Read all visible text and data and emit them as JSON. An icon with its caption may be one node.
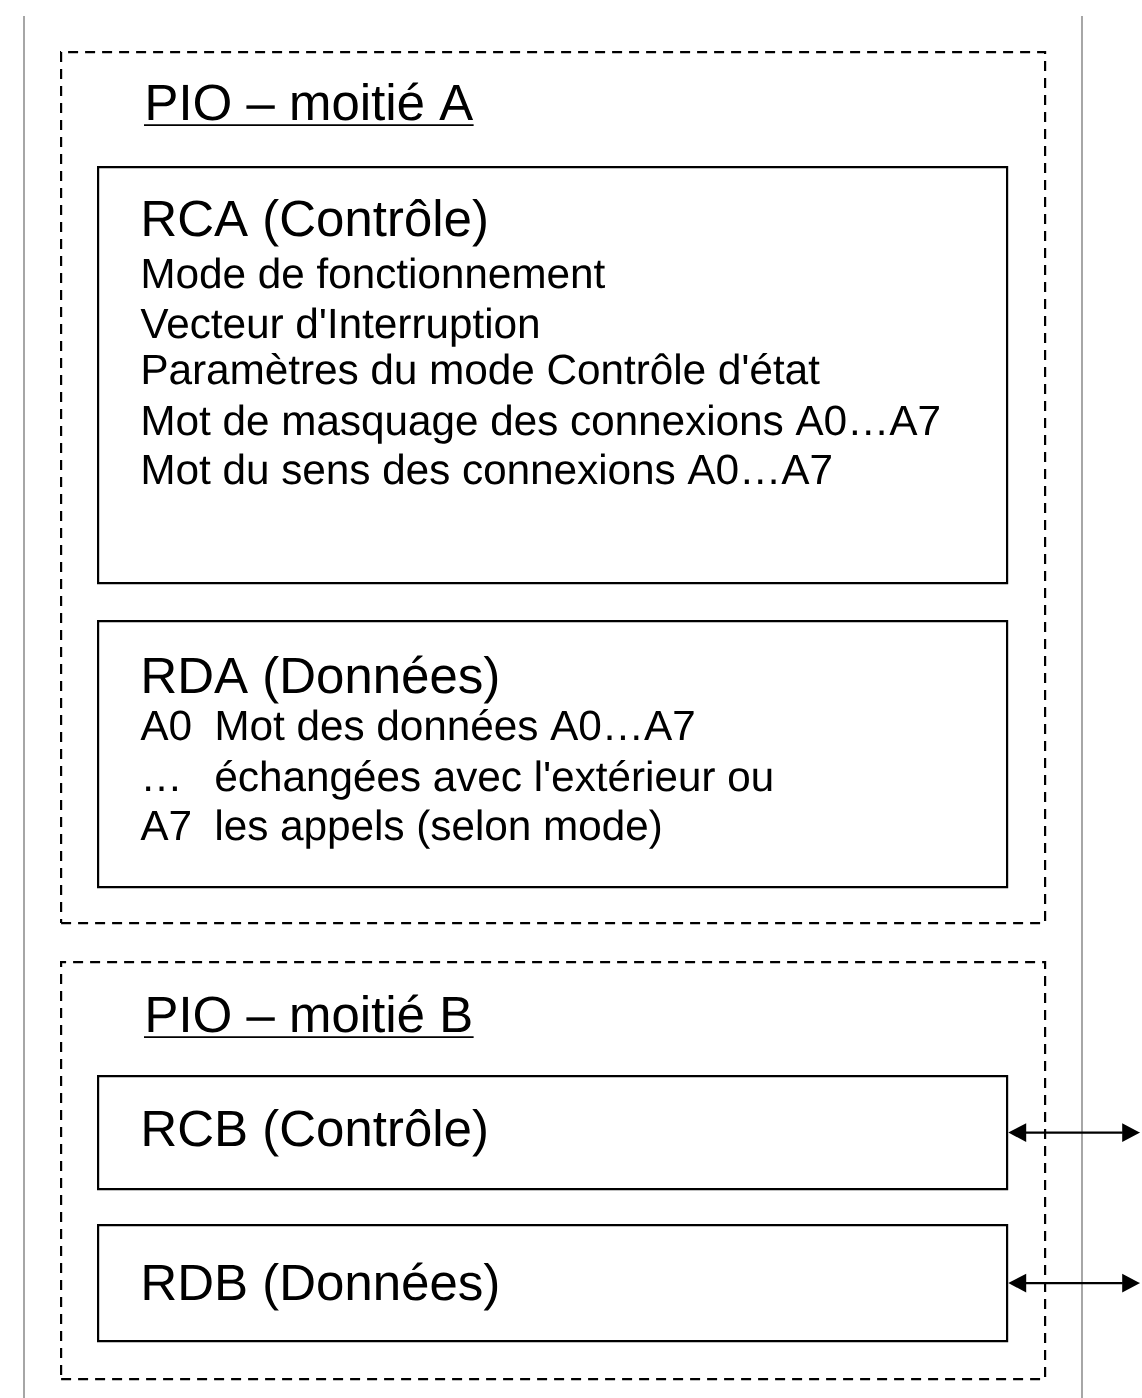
{
  "diagram": {
    "nodes": [
      {
        "text": [
          "PIO – moitié A"
        ]
      },
      {
        "text": [
          "RCA (Contrôle)",
          "Mode de fonctionnement",
          "Vecteur d'Interruption",
          "Paramètres du mode Contrôle d'état",
          "Mot de masquage des connexions A0…A7",
          "Mot du sens des connexions A0…A7"
        ],
        "in": 0
      },
      {
        "text": [
          "RDA (Données)",
          "A0",
          "Mot des données A0…A7",
          "…",
          "échangées avec l'extérieur ou",
          "A7",
          "les appels (selon mode)"
        ],
        "in": 0
      },
      {
        "text": [
          "PIO – moitié B"
        ]
      },
      {
        "text": [
          "RCB (Contrôle)"
        ],
        "in": 3
      },
      {
        "text": [
          "RDB (Données)"
        ],
        "in": 3
      }
    ],
    "edges": [
      {
        "from": 4,
        "to": null,
        "arrow": "both"
      },
      {
        "from": 5,
        "to": null,
        "arrow": "both"
      }
    ]
  }
}
